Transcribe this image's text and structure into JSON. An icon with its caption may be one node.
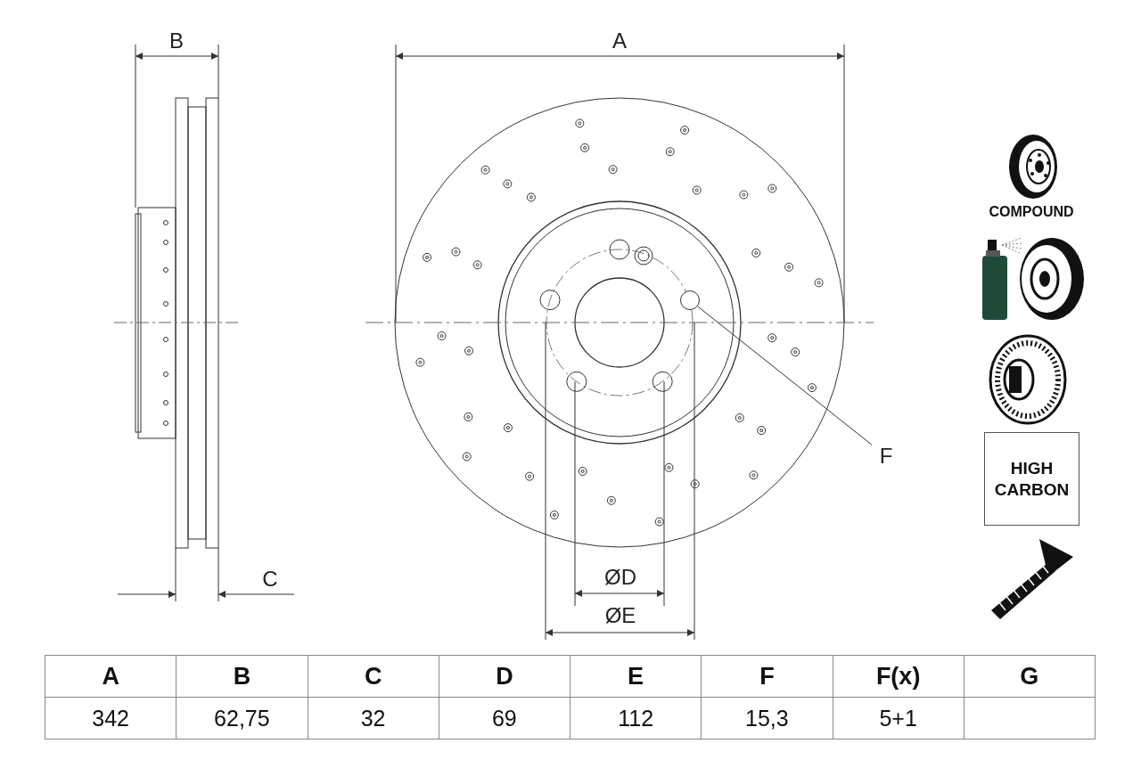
{
  "diagram": {
    "nodes": [
      {
        "text": [
          "F"
        ]
      },
      {
        "text": [],
        "shape": "circle"
      },
      {
        "text": [
          "HIGH CARBON"
        ]
      }
    ],
    "edges": [
      {
        "from": 0,
        "to": 1,
        "arrow": "none"
      }
    ],
    "labels": [
      "B",
      "A",
      "C",
      "ØD",
      "ØE",
      "COMPOUND",
      "A",
      "B",
      "C",
      "D",
      "E",
      "F",
      "F(x)",
      "G",
      "342",
      "62,75",
      "32",
      "69",
      "112",
      "15,3",
      "5+1"
    ]
  }
}
